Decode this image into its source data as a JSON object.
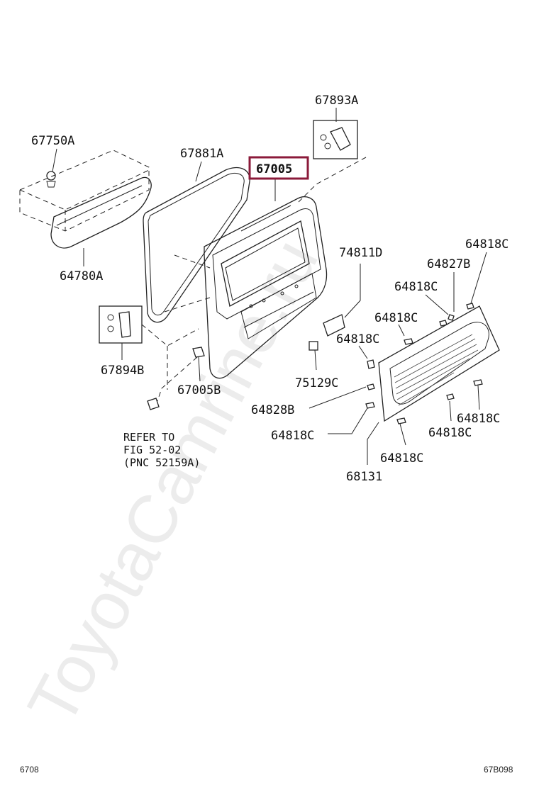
{
  "watermark": "ToyotaCamrine.ru",
  "highlighted_part": "67005",
  "callouts": [
    {
      "id": "67893A",
      "text": "67893A"
    },
    {
      "id": "67750A",
      "text": "67750A"
    },
    {
      "id": "67881A",
      "text": "67881A"
    },
    {
      "id": "67005",
      "text": "67005"
    },
    {
      "id": "64780A",
      "text": "64780A"
    },
    {
      "id": "74811D",
      "text": "74811D"
    },
    {
      "id": "64818C_a",
      "text": "64818C"
    },
    {
      "id": "64827B",
      "text": "64827B"
    },
    {
      "id": "64818C_b",
      "text": "64818C"
    },
    {
      "id": "64818C_c",
      "text": "64818C"
    },
    {
      "id": "64818C_d",
      "text": "64818C"
    },
    {
      "id": "67894B",
      "text": "67894B"
    },
    {
      "id": "67005B",
      "text": "67005B"
    },
    {
      "id": "75129C",
      "text": "75129C"
    },
    {
      "id": "64828B",
      "text": "64828B"
    },
    {
      "id": "64818C_e",
      "text": "64818C"
    },
    {
      "id": "64818C_f",
      "text": "64818C"
    },
    {
      "id": "64818C_g",
      "text": "64818C"
    },
    {
      "id": "64818C_h",
      "text": "64818C"
    },
    {
      "id": "68131",
      "text": "68131"
    }
  ],
  "reference_note": {
    "line1": "REFER TO",
    "line2": "FIG 52-02",
    "line3": "(PNC 52159A)"
  },
  "footer": {
    "left": "6708",
    "right": "67B098"
  }
}
